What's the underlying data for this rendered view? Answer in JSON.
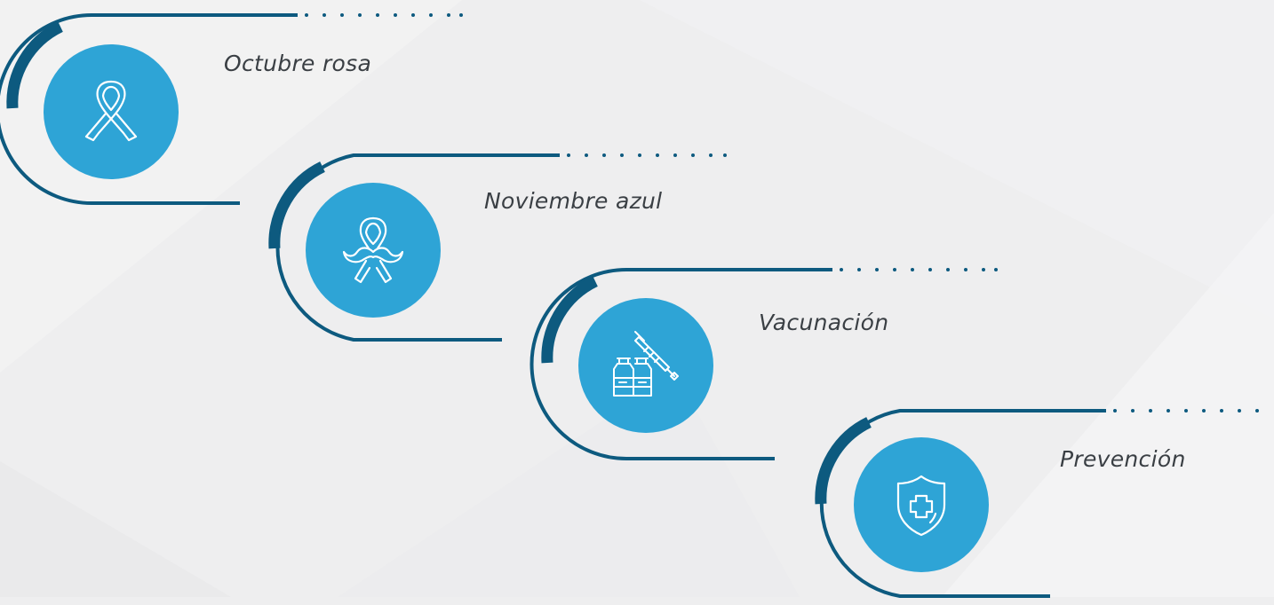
{
  "colors": {
    "background": "#eeeeef",
    "line": "#0d5a7f",
    "circle": "#2ea4d6",
    "icon_stroke": "#ffffff",
    "text": "#3a3f44"
  },
  "steps": [
    {
      "label": "Octubre rosa",
      "icon": "awareness-ribbon-icon"
    },
    {
      "label": "Noviembre azul",
      "icon": "ribbon-mustache-icon"
    },
    {
      "label": "Vacunación",
      "icon": "syringe-vials-icon"
    },
    {
      "label": "Prevención",
      "icon": "shield-cross-icon"
    }
  ]
}
